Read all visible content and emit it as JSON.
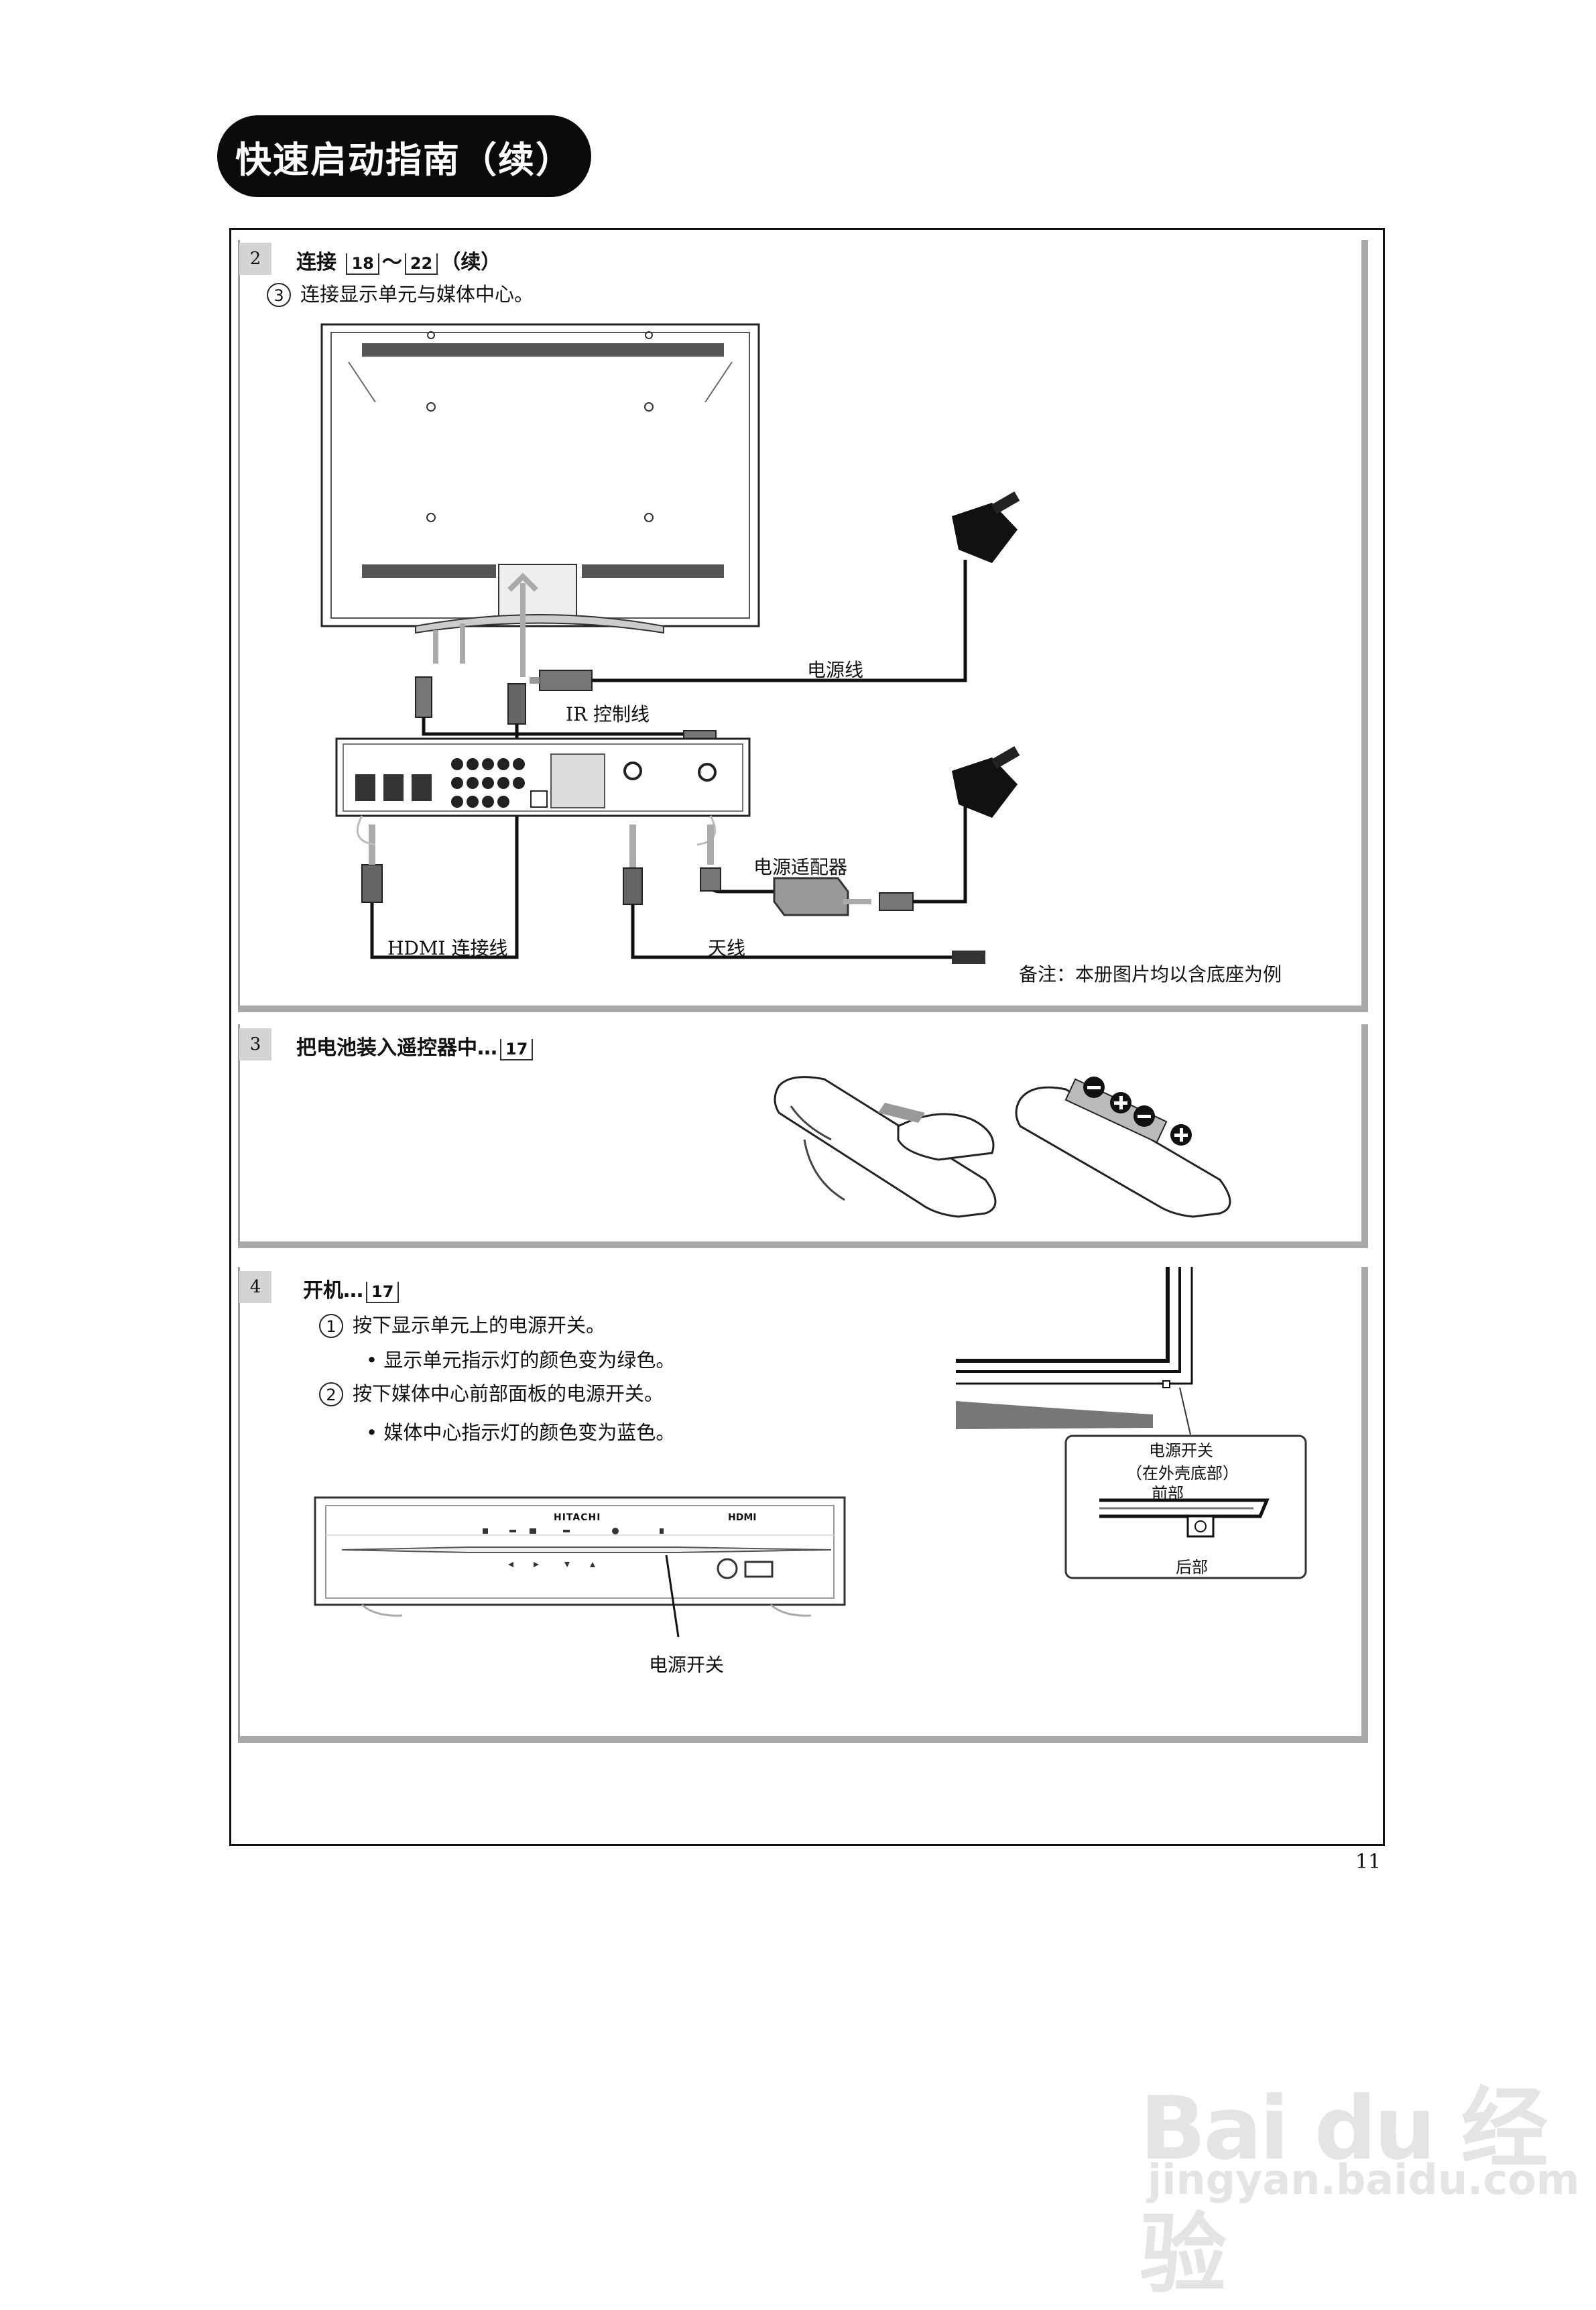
{
  "header": {
    "title": "快速启动指南（续）"
  },
  "step2": {
    "number": "2",
    "heading": "连接",
    "ref_a": "18",
    "range_sep": "～",
    "ref_b": "22",
    "suffix": "（续）",
    "sub_num": "3",
    "sub_text": "连接显示单元与媒体中心。",
    "labels": {
      "power_cord": "电源线",
      "ir_cable": "IR 控制线",
      "adapter": "电源适配器",
      "hdmi": "HDMI 连接线",
      "antenna": "天线",
      "note": "备注：本册图片均以含底座为例"
    }
  },
  "step3": {
    "number": "3",
    "heading": "把电池装入遥控器中…",
    "ref": "17"
  },
  "step4": {
    "number": "4",
    "heading": "开机…",
    "ref": "17",
    "item1_num": "1",
    "item1": "按下显示单元上的电源开关。",
    "item1_bullet": "• 显示单元指示灯的颜色变为绿色。",
    "item2_num": "2",
    "item2": "按下媒体中心前部面板的电源开关。",
    "item2_bullet": "• 媒体中心指示灯的颜色变为蓝色。",
    "mc_brand": "HITACHI",
    "mc_hdmi": "HDMI",
    "callout_line1": "电源开关",
    "callout_line2": "（在外壳底部）",
    "front_label": "前部",
    "rear_label": "后部",
    "power_switch_label": "电源开关"
  },
  "page_number": "11",
  "watermark": {
    "brand": "Bai du 经验",
    "url": "jingyan.baidu.com"
  }
}
